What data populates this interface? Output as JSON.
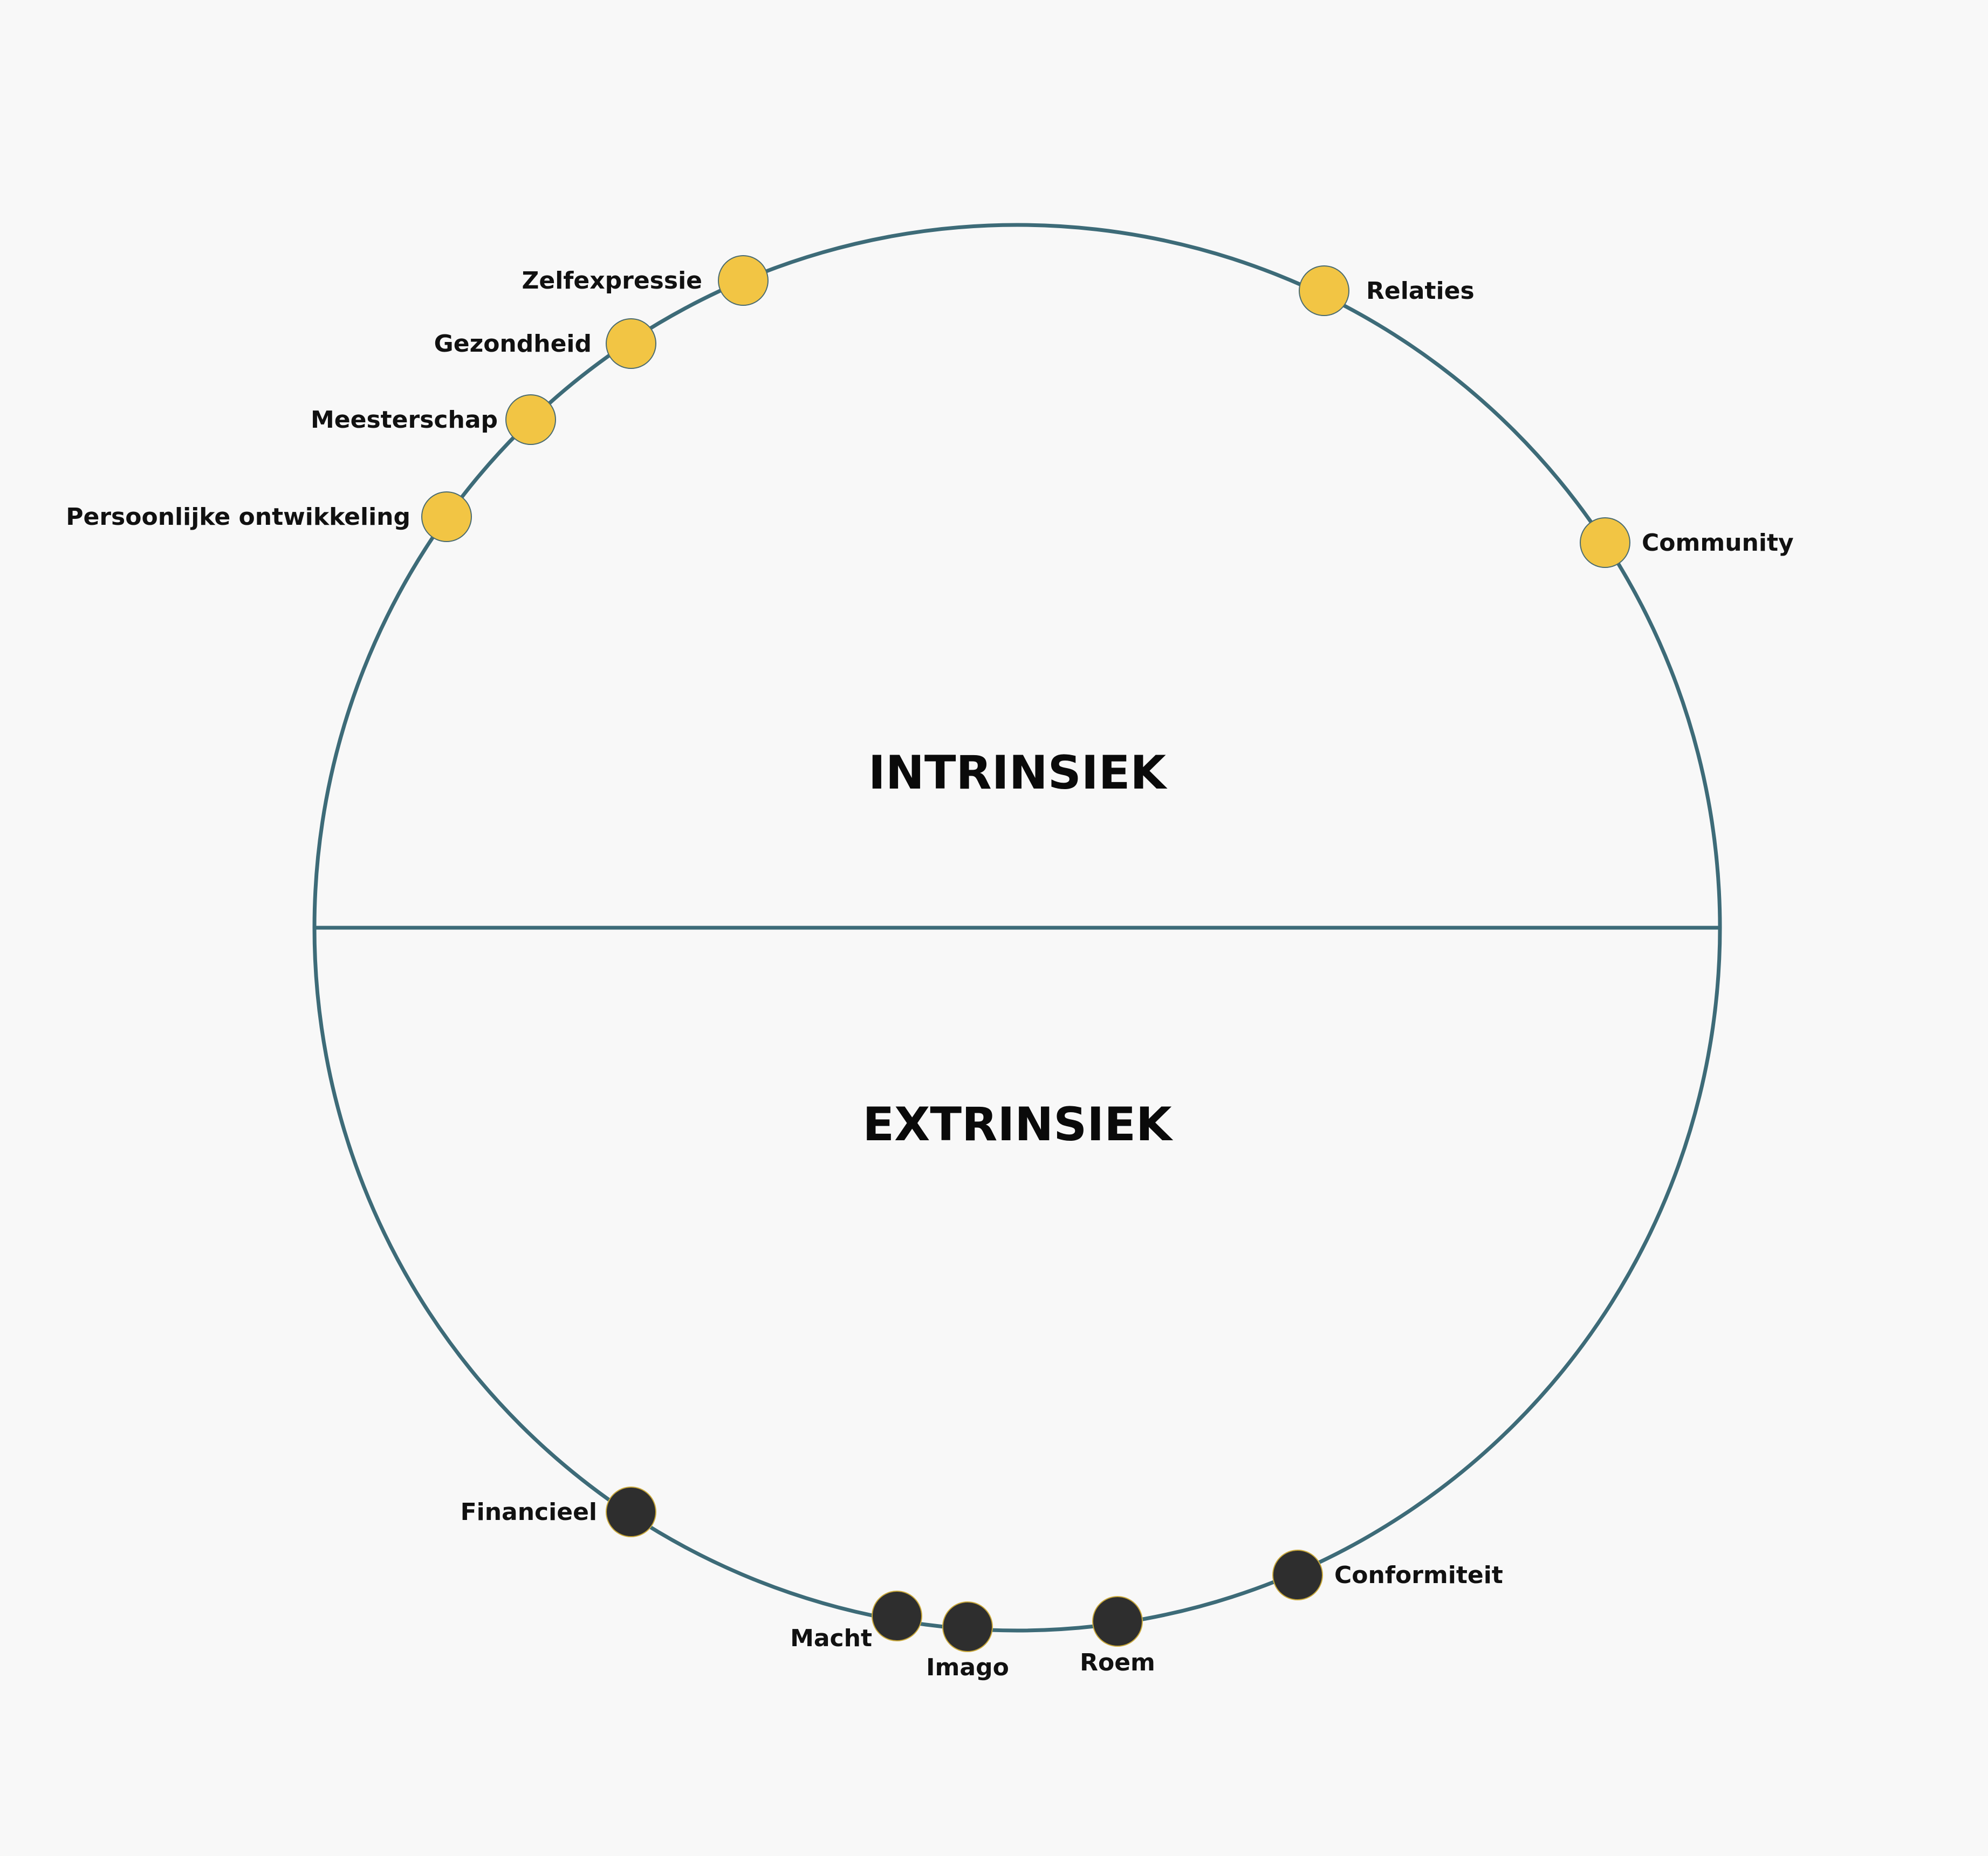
{
  "colors": {
    "background": "#f8f8f8",
    "ring": "#3d6b78",
    "intrinsic_dot": "#f2c544",
    "extrinsic_dot": "#2e2e2e",
    "text": "#111111"
  },
  "halves": {
    "top_label": "INTRINSIEK",
    "bottom_label": "EXTRINSIEK"
  },
  "intrinsic_values": [
    {
      "label": "Zelfexpressie",
      "icon": "circle-dot-yellow"
    },
    {
      "label": "Gezondheid",
      "icon": "circle-dot-yellow"
    },
    {
      "label": "Meesterschap",
      "icon": "circle-dot-yellow"
    },
    {
      "label": "Persoonlijke ontwikkeling",
      "icon": "circle-dot-yellow"
    },
    {
      "label": "Relaties",
      "icon": "circle-dot-yellow"
    },
    {
      "label": "Community",
      "icon": "circle-dot-yellow"
    }
  ],
  "extrinsic_values": [
    {
      "label": "Financieel",
      "icon": "circle-dot-dark"
    },
    {
      "label": "Macht",
      "icon": "circle-dot-dark"
    },
    {
      "label": "Imago",
      "icon": "circle-dot-dark"
    },
    {
      "label": "Roem",
      "icon": "circle-dot-dark"
    },
    {
      "label": "Conformiteit",
      "icon": "circle-dot-dark"
    }
  ]
}
